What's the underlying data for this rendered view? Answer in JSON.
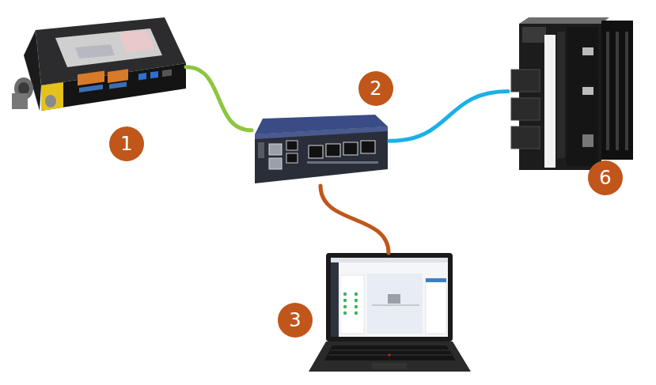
{
  "diagram": {
    "nodes": [
      {
        "text": [
          "1"
        ]
      },
      {
        "text": [
          "2"
        ]
      },
      {
        "text": [
          "6"
        ]
      },
      {
        "text": [
          "3"
        ]
      }
    ],
    "edges": [
      {
        "from": 0,
        "to": 1,
        "arrow": "none"
      },
      {
        "from": 1,
        "to": 2,
        "arrow": "none"
      },
      {
        "from": 1,
        "to": 3,
        "arrow": "none"
      }
    ]
  }
}
